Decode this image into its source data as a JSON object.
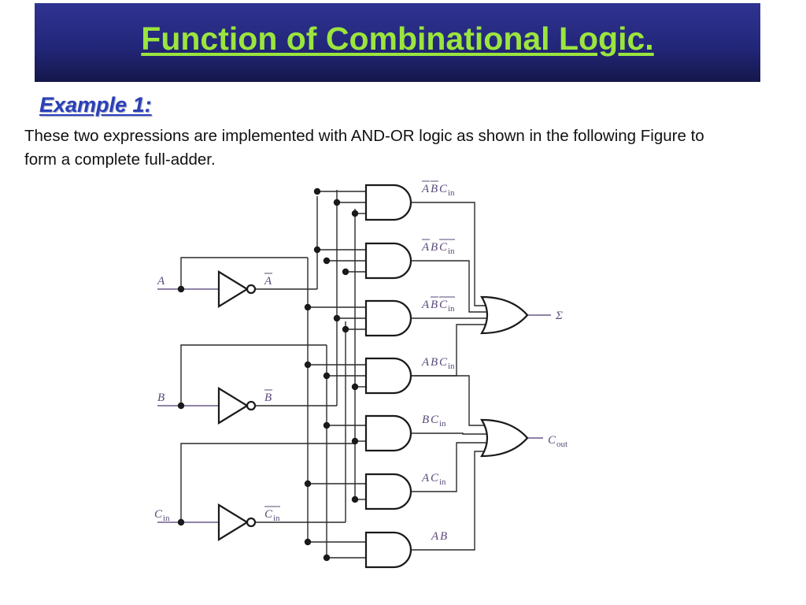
{
  "slide": {
    "title": "Function of Combinational Logic.",
    "example_heading": "Example 1:",
    "body_text": "These two expressions are implemented with AND-OR logic as shown in the following Figure to form a complete full-adder."
  },
  "diagram": {
    "inputs": [
      {
        "name": "A",
        "sub": ""
      },
      {
        "name": "B",
        "sub": ""
      },
      {
        "name": "C",
        "sub": "in"
      }
    ],
    "inverter_outputs": [
      {
        "name": "A",
        "sub": ""
      },
      {
        "name": "B",
        "sub": ""
      },
      {
        "name": "C",
        "sub": "in"
      }
    ],
    "and_terms": [
      {
        "parts": [
          {
            "t": "A",
            "bar": true
          },
          {
            "t": "B",
            "bar": true
          },
          {
            "t": "C",
            "bar": false,
            "sub": "in"
          }
        ]
      },
      {
        "parts": [
          {
            "t": "A",
            "bar": true
          },
          {
            "t": "B",
            "bar": false
          },
          {
            "t": "C",
            "bar": true,
            "sub": "in"
          }
        ]
      },
      {
        "parts": [
          {
            "t": "A",
            "bar": false
          },
          {
            "t": "B",
            "bar": true
          },
          {
            "t": "C",
            "bar": true,
            "sub": "in"
          }
        ]
      },
      {
        "parts": [
          {
            "t": "A",
            "bar": false
          },
          {
            "t": "B",
            "bar": false
          },
          {
            "t": "C",
            "bar": false,
            "sub": "in"
          }
        ]
      },
      {
        "parts": [
          {
            "t": "B",
            "bar": false
          },
          {
            "t": "C",
            "bar": false,
            "sub": "in"
          }
        ]
      },
      {
        "parts": [
          {
            "t": "A",
            "bar": false
          },
          {
            "t": "C",
            "bar": false,
            "sub": "in"
          }
        ]
      },
      {
        "parts": [
          {
            "t": "A",
            "bar": false
          },
          {
            "t": "B",
            "bar": false
          }
        ]
      }
    ],
    "outputs": [
      {
        "name": "Σ",
        "sub": ""
      },
      {
        "name": "C",
        "sub": "out"
      }
    ]
  },
  "colors": {
    "title_text": "#9be53d",
    "title_bar": "#23277a",
    "example_heading": "#2b3fb8",
    "label_text": "#5a4a7a"
  }
}
